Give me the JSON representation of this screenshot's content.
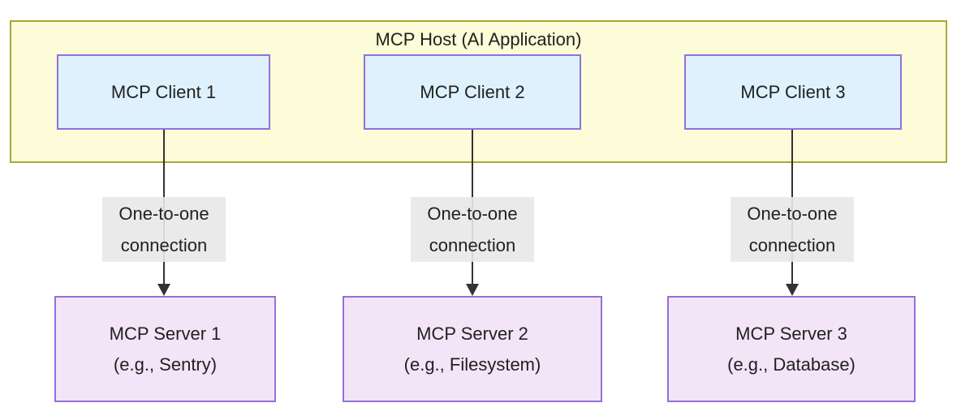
{
  "host": {
    "label": "MCP Host (AI Application)"
  },
  "clients": [
    {
      "label": "MCP Client 1"
    },
    {
      "label": "MCP Client 2"
    },
    {
      "label": "MCP Client 3"
    }
  ],
  "connections": [
    {
      "line1": "One-to-one",
      "line2": "connection"
    },
    {
      "line1": "One-to-one",
      "line2": "connection"
    },
    {
      "line1": "One-to-one",
      "line2": "connection"
    }
  ],
  "servers": [
    {
      "name": "MCP Server 1",
      "example": "(e.g., Sentry)"
    },
    {
      "name": "MCP Server 2",
      "example": "(e.g., Filesystem)"
    },
    {
      "name": "MCP Server 3",
      "example": "(e.g., Database)"
    }
  ],
  "colors": {
    "host_fill": "#fcfcd8",
    "host_border": "#a9a935",
    "client_fill": "#dff1fc",
    "client_border": "#9370db",
    "server_fill": "#f4e4f7",
    "server_border": "#9370db",
    "edge_label_bg": "#e8e8e8",
    "arrow": "#333333",
    "text": "#212121"
  }
}
